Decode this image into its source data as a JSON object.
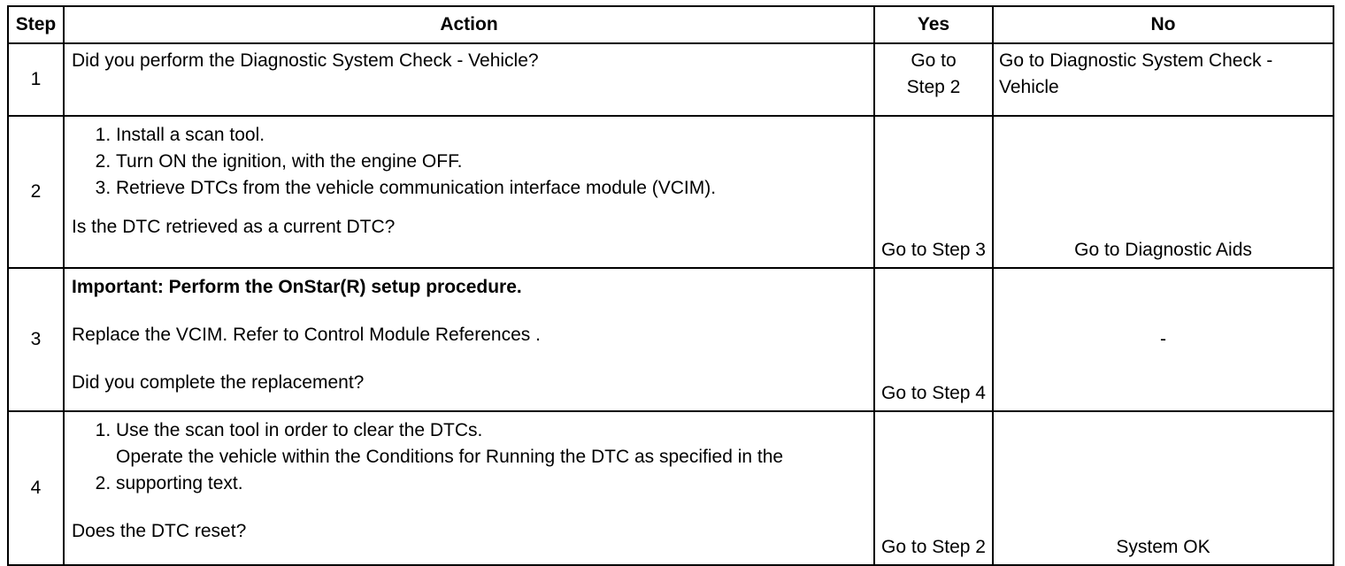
{
  "headers": {
    "step": "Step",
    "action": "Action",
    "yes": "Yes",
    "no": "No"
  },
  "rows": [
    {
      "step": "1",
      "question": "Did you perform the Diagnostic System Check - Vehicle?",
      "yes": "Go to Step 2",
      "no": "Go to Diagnostic System Check - Vehicle"
    },
    {
      "step": "2",
      "substeps": [
        "Install a scan tool.",
        "Turn ON the ignition, with the engine OFF.",
        "Retrieve DTCs from the vehicle communication interface module (VCIM)."
      ],
      "question": "Is the DTC retrieved as a current DTC?",
      "yes": "Go to Step 3",
      "no": "Go to Diagnostic Aids"
    },
    {
      "step": "3",
      "important": "Important: Perform the OnStar(R) setup procedure.",
      "instruction": "Replace the VCIM. Refer to Control Module References .",
      "question": "Did you complete the replacement?",
      "yes": "Go to Step 4",
      "no": "-"
    },
    {
      "step": "4",
      "substeps": [
        "Use the scan tool in order to clear the DTCs.",
        "Operate the vehicle within the Conditions for Running the DTC as specified in the supporting text."
      ],
      "question": "Does the DTC reset?",
      "yes": "Go to Step 2",
      "no": "System OK"
    }
  ]
}
